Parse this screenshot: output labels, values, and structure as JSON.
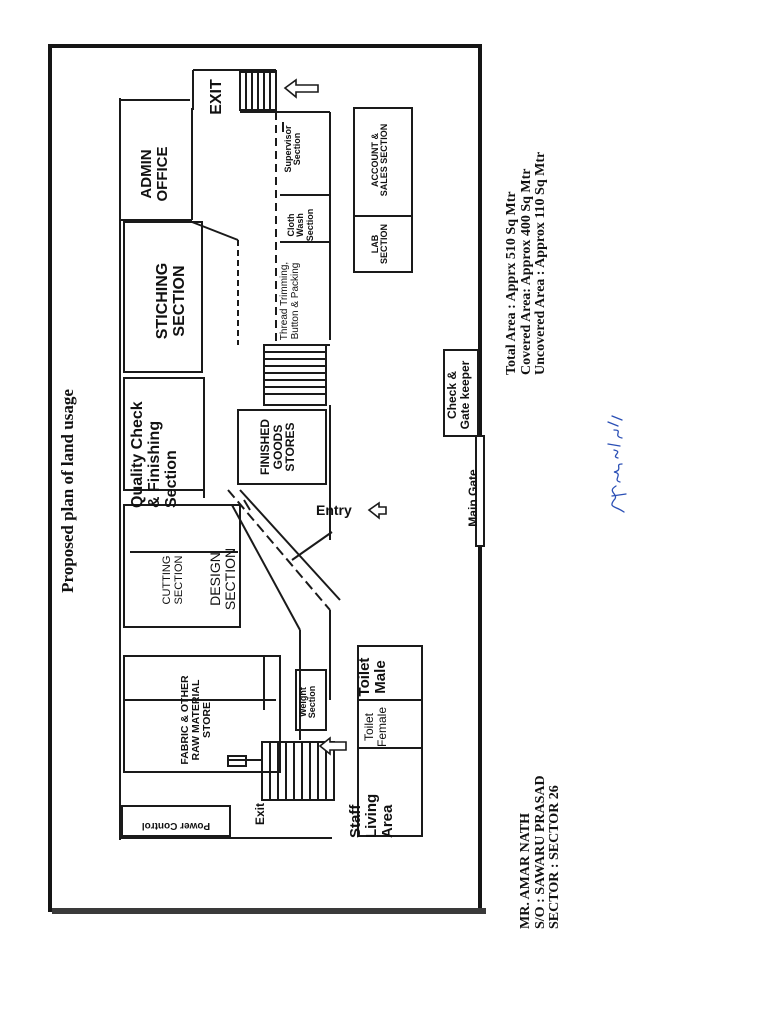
{
  "title": "Proposed plan of land usage",
  "rooms": {
    "exit_top": "EXIT",
    "admin_office": [
      "ADMIN",
      "OFFICE"
    ],
    "supervisor": [
      "Supervisor",
      "Section"
    ],
    "cloth_wash": [
      "Cloth",
      "Wash",
      "Section"
    ],
    "stiching": [
      "STICHING",
      "SECTION"
    ],
    "thread": [
      "Thread Trimming,",
      "Button & Packing"
    ],
    "quality": [
      "Quality Check",
      "& Finishing",
      "Section"
    ],
    "finished_goods": [
      "FINISHED",
      "GOODS",
      "STORES"
    ],
    "cutting": [
      "CUTTING",
      "SECTION"
    ],
    "design": [
      "DESIGN",
      "SECTION"
    ],
    "fabric": [
      "FABRIC & OTHER",
      "RAW MATERIAL",
      "STORE"
    ],
    "weight": [
      "Weight",
      "Section"
    ],
    "power_control": "Power Control",
    "exit_bottom": "Exit",
    "toilet_male": [
      "Toilet",
      "Male"
    ],
    "toilet_female": [
      "Toilet",
      "Female"
    ],
    "staff_living": [
      "Staff",
      "Living",
      "Area"
    ],
    "account_sales": [
      "ACCOUNT &",
      "SALES SECTION"
    ],
    "lab": [
      "LAB",
      "SECTION"
    ],
    "check_gate": [
      "Check &",
      "Gate keeper"
    ],
    "main_gate": "Main Gate",
    "entry": "Entry"
  },
  "areas": {
    "total": "Total Area : Apprx 510 Sq Mtr",
    "covered": "Covered Area: Approx 400 Sq Mtr",
    "uncovered": "Uncovered Area : Approx 110 Sq Mtr"
  },
  "owner": {
    "name": "MR. AMAR NATH",
    "father": "S/O : SAWARU PRASAD",
    "sector": "SECTOR : SECTOR 26"
  },
  "signature": "Amar Nath",
  "colors": {
    "ink": "#151515",
    "signature": "#2a4fb5"
  }
}
